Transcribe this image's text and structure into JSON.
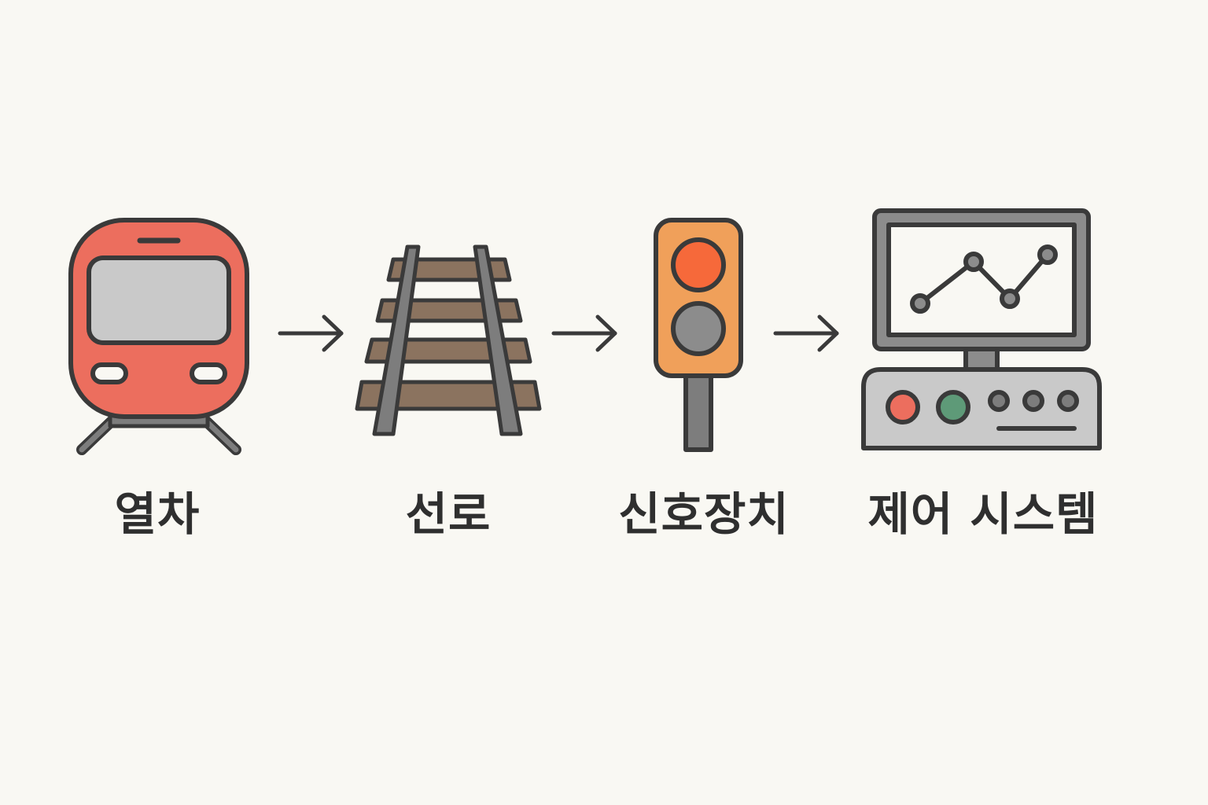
{
  "flow": {
    "steps": [
      {
        "label": "열차",
        "icon": "train-icon",
        "color": "#ec6e5e"
      },
      {
        "label": "선로",
        "icon": "railway-track-icon",
        "color": "#8b735f"
      },
      {
        "label": "신호장치",
        "icon": "traffic-signal-icon",
        "color": "#f0a05a"
      },
      {
        "label": "제어 시스템",
        "icon": "control-console-icon",
        "color": "#c9c9c9"
      }
    ],
    "connector_icon": "arrow-right-icon"
  },
  "colors": {
    "background": "#f9f8f3",
    "outline": "#3a3a3a",
    "train_red": "#ec6e5e",
    "window_gray": "#c9c9c9",
    "signal_orange": "#f0a05a",
    "signal_red_light": "#f6693a",
    "signal_gray_light": "#8c8c8c",
    "console_green": "#5e9a78",
    "rail_gray": "#7d7d7d",
    "tie_brown": "#8b735f"
  }
}
